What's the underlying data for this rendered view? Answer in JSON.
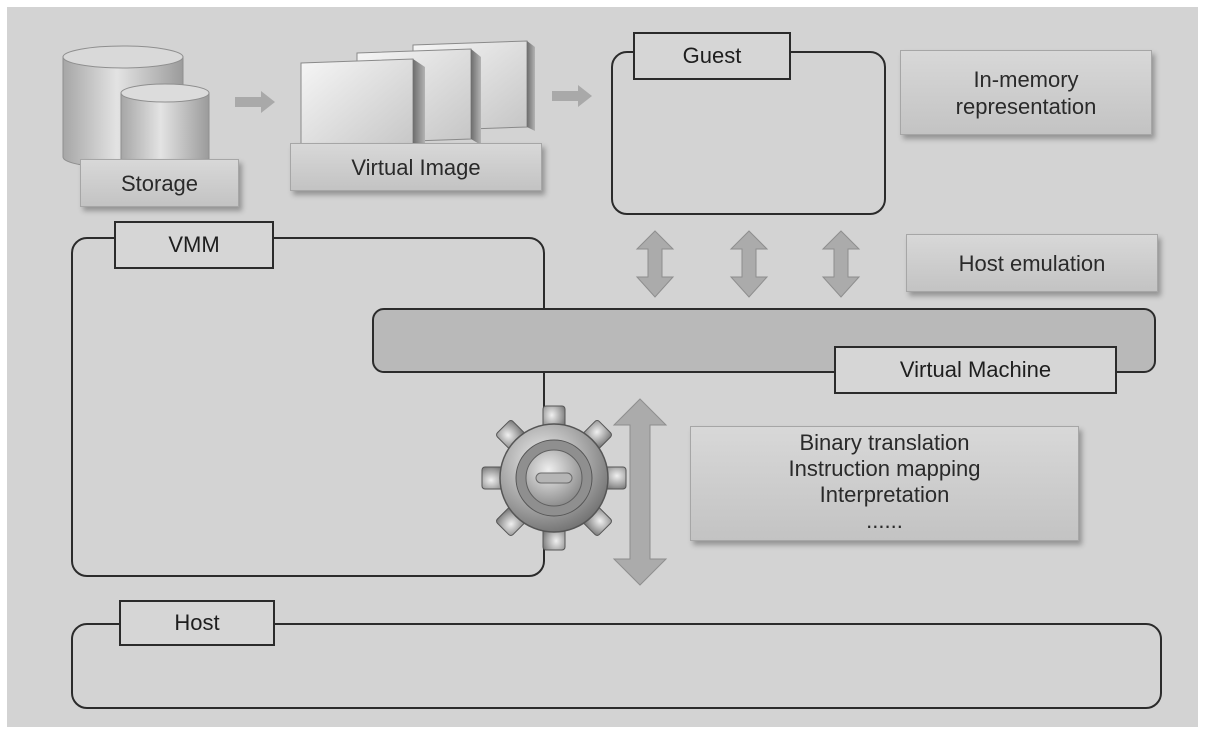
{
  "storage": {
    "label": "Storage",
    "icon": "database-icon"
  },
  "virtual_image": {
    "label": "Virtual Image",
    "icon": "disk-image-stack-icon"
  },
  "guest": {
    "label": "Guest"
  },
  "in_memory": {
    "line1": "In-memory",
    "line2": "representation"
  },
  "host_emulation": {
    "label": "Host emulation"
  },
  "vmm": {
    "label": "VMM"
  },
  "virtual_machine": {
    "label": "Virtual Machine"
  },
  "techniques": {
    "items": [
      "Binary translation",
      "Instruction mapping",
      "Interpretation",
      "......"
    ]
  },
  "host": {
    "label": "Host"
  },
  "colors": {
    "background": "#d3d3d3",
    "outline": "#2b2b2b",
    "vm_bar": "#b9b9b9",
    "arrow": "#b0b0b0"
  }
}
